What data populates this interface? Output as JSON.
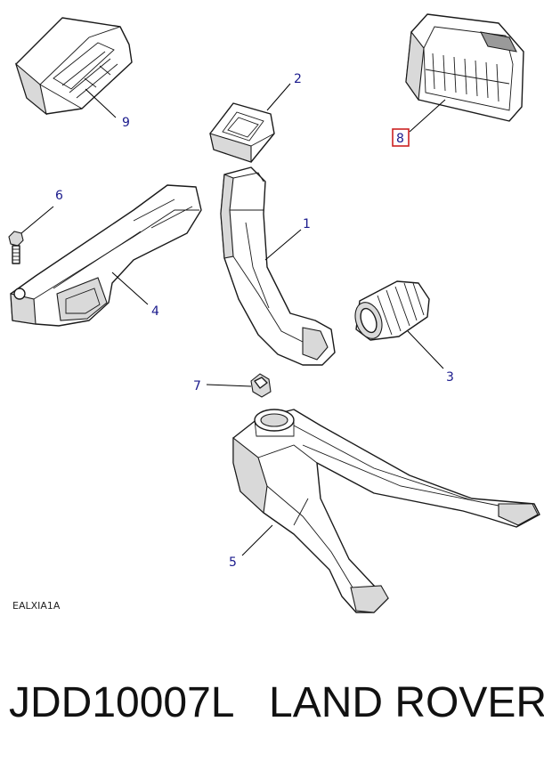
{
  "diagram": {
    "callouts": [
      {
        "id": "1",
        "label": "1"
      },
      {
        "id": "2",
        "label": "2"
      },
      {
        "id": "3",
        "label": "3"
      },
      {
        "id": "4",
        "label": "4"
      },
      {
        "id": "5",
        "label": "5"
      },
      {
        "id": "6",
        "label": "6"
      },
      {
        "id": "7",
        "label": "7"
      },
      {
        "id": "8",
        "label": "8",
        "highlighted": true
      },
      {
        "id": "9",
        "label": "9"
      }
    ],
    "highlight_color": "#cc2222",
    "callout_color": "#1a1a8c",
    "reference_code": "EALXIA1A"
  },
  "footer": {
    "part_number": "JDD10007L",
    "brand": "LAND ROVER"
  }
}
